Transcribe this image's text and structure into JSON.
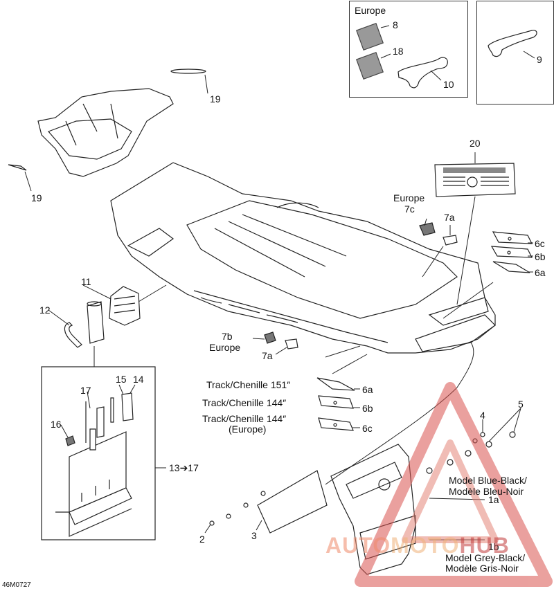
{
  "diagram_id": "46M0727",
  "europe_box_title": "Europe",
  "callouts": {
    "c1a": "1a",
    "c1b": "1b",
    "c2": "2",
    "c3": "3",
    "c4": "4",
    "c5": "5",
    "c6a_top": "6a",
    "c6b_top": "6b",
    "c6c_top": "6c",
    "c6a_bot": "6a",
    "c6b_bot": "6b",
    "c6c_bot": "6c",
    "c7a_top": "7a",
    "c7a_bot": "7a",
    "c7b": "7b",
    "c7c": "7c",
    "c8": "8",
    "c9": "9",
    "c10": "10",
    "c11": "11",
    "c12": "12",
    "c13_17": "13➔17",
    "c14": "14",
    "c15": "15",
    "c16": "16",
    "c17": "17",
    "c18": "18",
    "c19_top": "19",
    "c19_left": "19",
    "c20": "20"
  },
  "labels": {
    "europe_7c": "Europe",
    "europe_7b": "Europe",
    "track_151": "Track/Chenille 151″",
    "track_144": "Track/Chenille 144″",
    "track_144_europe_1": "Track/Chenille 144″",
    "track_144_europe_2": "(Europe)",
    "model_blue_1": "Model Blue-Black/",
    "model_blue_2": "Modèle Bleu-Noir",
    "model_grey_1": "Model Grey-Black/",
    "model_grey_2": "Modèle Gris-Noir"
  },
  "watermark": {
    "part1": "AUTO",
    "part2": "MOTO",
    "part3": "HUB"
  },
  "colors": {
    "line": "#222222",
    "watermark_red": "#d9534f",
    "watermark_orange": "#f0a060"
  }
}
